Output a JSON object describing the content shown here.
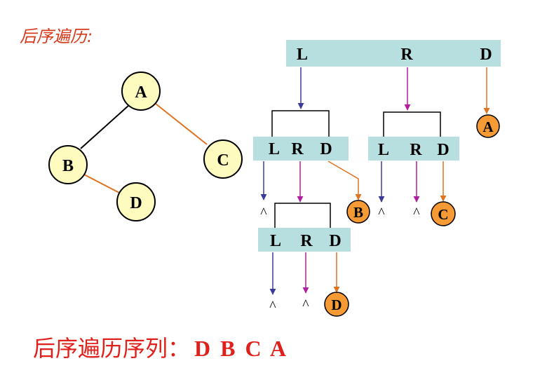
{
  "heading": "后序遍历:",
  "sequence": {
    "label": "后序遍历序列：",
    "letters": "D  B  C  A"
  },
  "tree": {
    "nodes": {
      "a": "A",
      "b": "B",
      "c": "C",
      "d": "D"
    }
  },
  "traversal": {
    "root_box": {
      "l": "L",
      "r": "R",
      "d": "D"
    },
    "box_b": {
      "l": "L",
      "r": "R",
      "d": "D"
    },
    "box_c": {
      "l": "L",
      "r": "R",
      "d": "D"
    },
    "box_d": {
      "l": "L",
      "r": "R",
      "d": "D"
    },
    "null_mark": "^",
    "visited": {
      "a": "A",
      "b": "B",
      "c": "C",
      "d": "D"
    }
  },
  "colors": {
    "box_fill": "#b7dfe0",
    "node_fill": "#fdfbbd",
    "visited_fill": "#f59a35",
    "left_arrow": "#3b3b9a",
    "right_arrow": "#b0209e",
    "visit_arrow": "#e0731f",
    "text_red": "#e0201a"
  }
}
